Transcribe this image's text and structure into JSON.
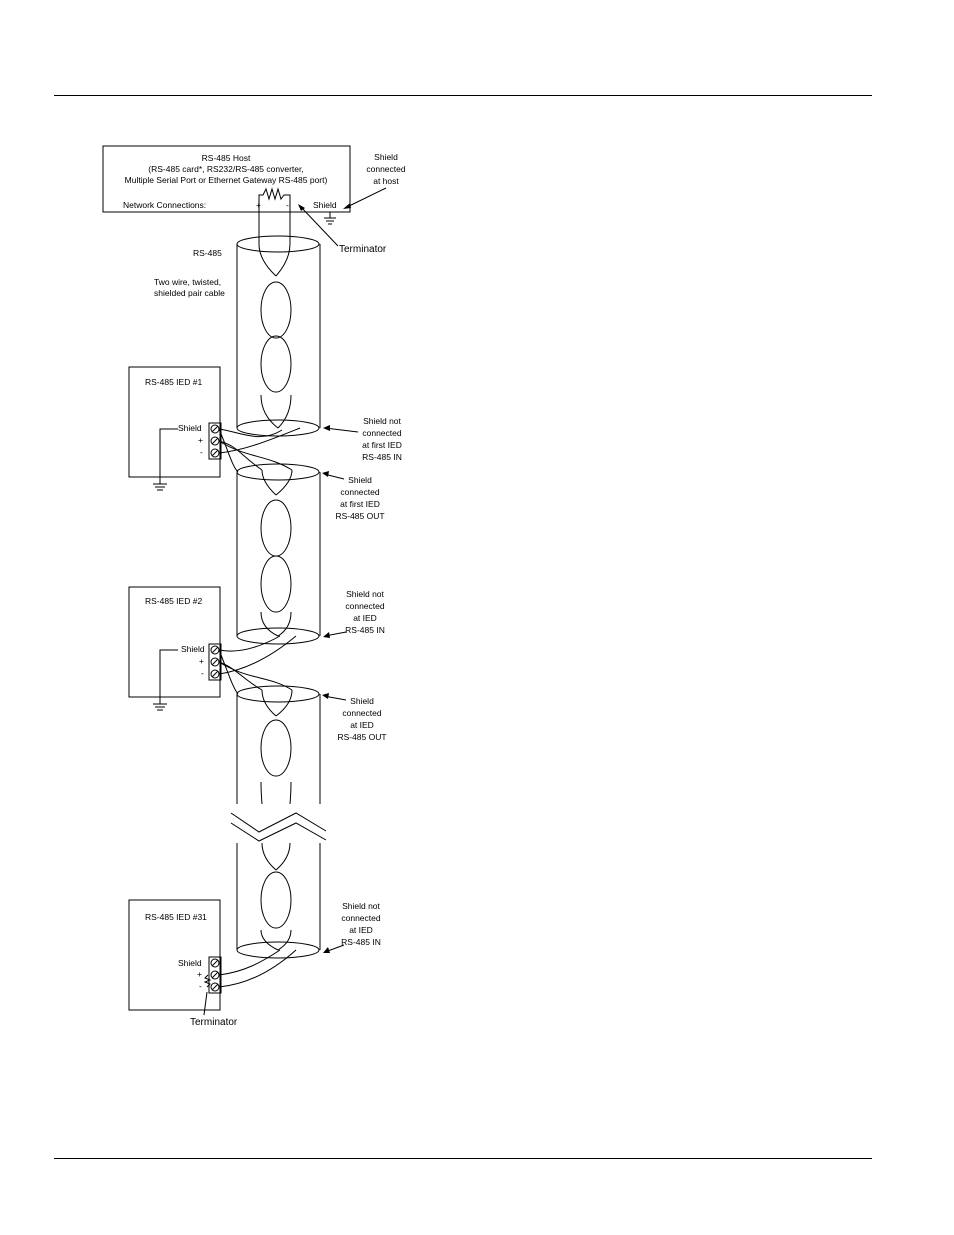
{
  "host": {
    "title": "RS-485 Host",
    "line2": "(RS-485 card*, RS232/RS-485 converter,",
    "line3": "Multiple Serial Port or Ethernet Gateway RS-485 port)",
    "network_connections": "Network Connections:",
    "plus": "+",
    "minus": "-",
    "shield": "Shield"
  },
  "labels": {
    "shield_connected_host": [
      "Shield",
      "connected",
      "at host"
    ],
    "terminator_top": "Terminator",
    "rs485": "RS-485",
    "cable_desc": [
      "Two wire, twisted,",
      "shielded pair cable"
    ],
    "terminator_bottom": "Terminator"
  },
  "ieds": [
    {
      "title": "RS-485 IED #1",
      "shield": "Shield",
      "plus": "+",
      "minus": "-"
    },
    {
      "title": "RS-485 IED #2",
      "shield": "Shield",
      "plus": "+",
      "minus": "-"
    },
    {
      "title": "RS-485 IED #31",
      "shield": "Shield",
      "plus": "+",
      "minus": "-"
    }
  ],
  "annotations": {
    "ied1_in": [
      "Shield not",
      "connected",
      "at first IED",
      "RS-485 IN"
    ],
    "ied1_out": [
      "Shield",
      "connected",
      "at first IED",
      "RS-485 OUT"
    ],
    "ied2_in": [
      "Shield not",
      "connected",
      "at IED",
      "RS-485 IN"
    ],
    "ied2_out": [
      "Shield",
      "connected",
      "at IED",
      "RS-485 OUT"
    ],
    "ied31_in": [
      "Shield not",
      "connected",
      "at IED",
      "RS-485 IN"
    ]
  }
}
